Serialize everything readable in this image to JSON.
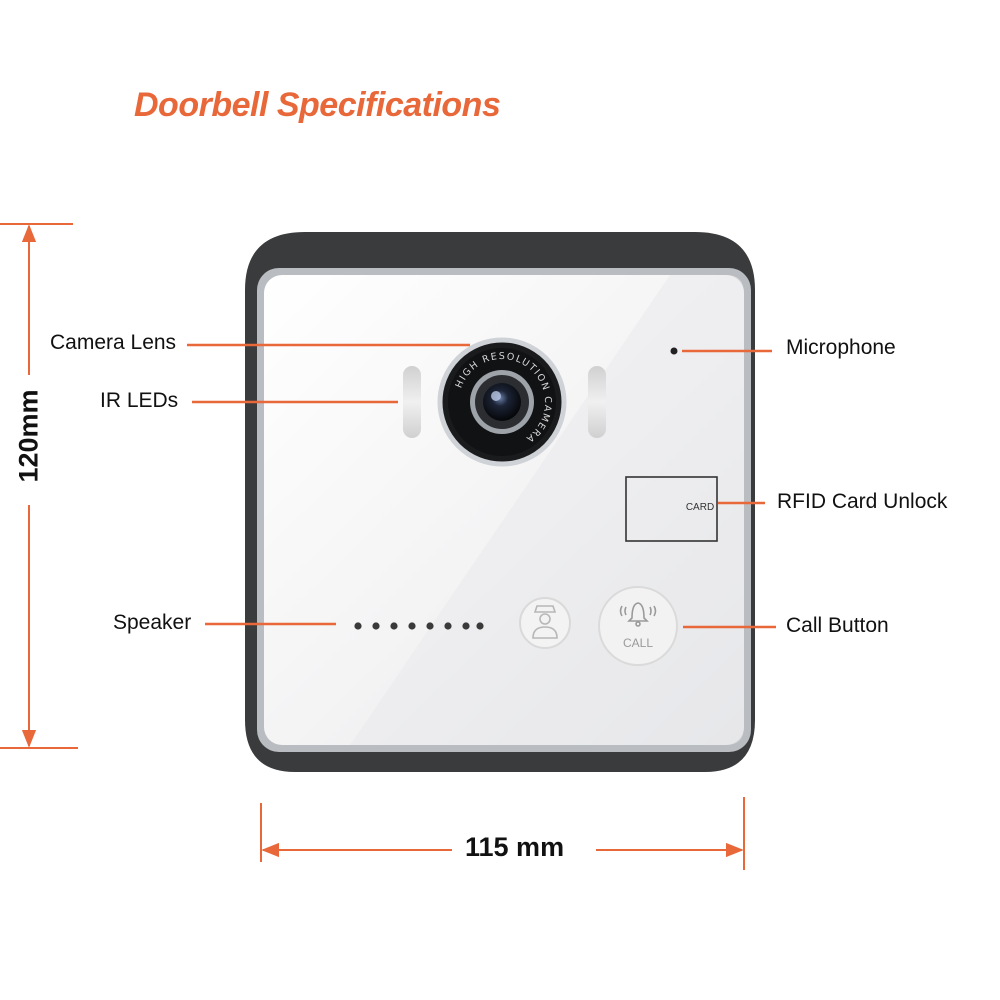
{
  "title": "Doorbell Specifications",
  "labels": {
    "camera_lens": "Camera Lens",
    "ir_leds": "IR LEDs",
    "speaker": "Speaker",
    "microphone": "Microphone",
    "rfid": "RFID Card Unlock",
    "call_button": "Call Button"
  },
  "dimensions": {
    "height": "120mm",
    "width": "115 mm"
  },
  "device": {
    "lens_ring_text": "HIGH RESOLUTION CAMERA",
    "card_text": "CARD",
    "call_text": "CALL"
  },
  "colors": {
    "accent": "#e8683a",
    "housing": "#3a3b3d",
    "panel": "#f4f4f5"
  }
}
